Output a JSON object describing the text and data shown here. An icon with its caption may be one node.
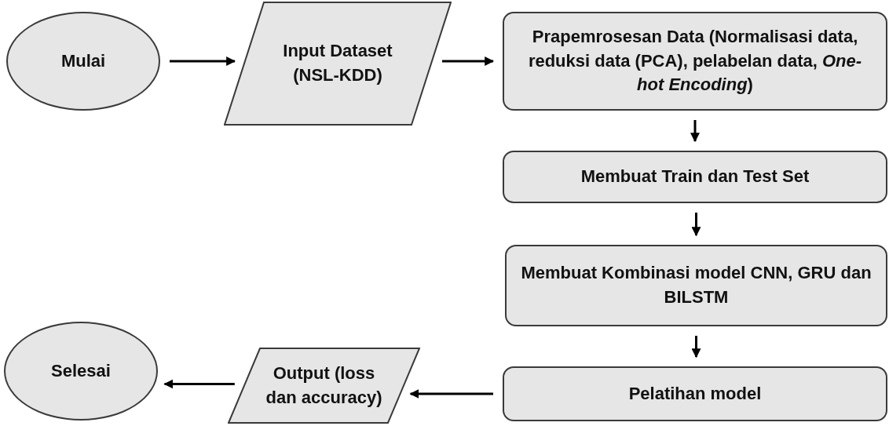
{
  "diagram": {
    "nodes": [
      {
        "text": [
          "Mulai"
        ]
      },
      {
        "text": [
          "Input Dataset (NSL-KDD)"
        ]
      },
      {
        "text": [
          "Prapemrosesan Data (Normalisasi data, reduksi data (PCA), pelabelan data, *One-hot Encoding*)"
        ]
      },
      {
        "text": [
          "Membuat Train dan Test Set"
        ]
      },
      {
        "text": [
          "Membuat Kombinasi model CNN, GRU dan BILSTM"
        ]
      },
      {
        "text": [
          "Pelatihan model"
        ]
      },
      {
        "text": [
          "Output (loss dan accuracy)"
        ]
      },
      {
        "text": [
          "Selesai"
        ]
      }
    ],
    "edges": [
      {
        "from": 0,
        "to": 1,
        "arrow": "to"
      },
      {
        "from": 1,
        "to": 2,
        "arrow": "to"
      },
      {
        "from": 2,
        "to": 3,
        "arrow": "to"
      },
      {
        "from": 3,
        "to": 4,
        "arrow": "to"
      },
      {
        "from": 4,
        "to": 5,
        "arrow": "to"
      },
      {
        "from": 5,
        "to": 6,
        "arrow": "to"
      },
      {
        "from": 6,
        "to": 7,
        "arrow": "to"
      }
    ]
  }
}
